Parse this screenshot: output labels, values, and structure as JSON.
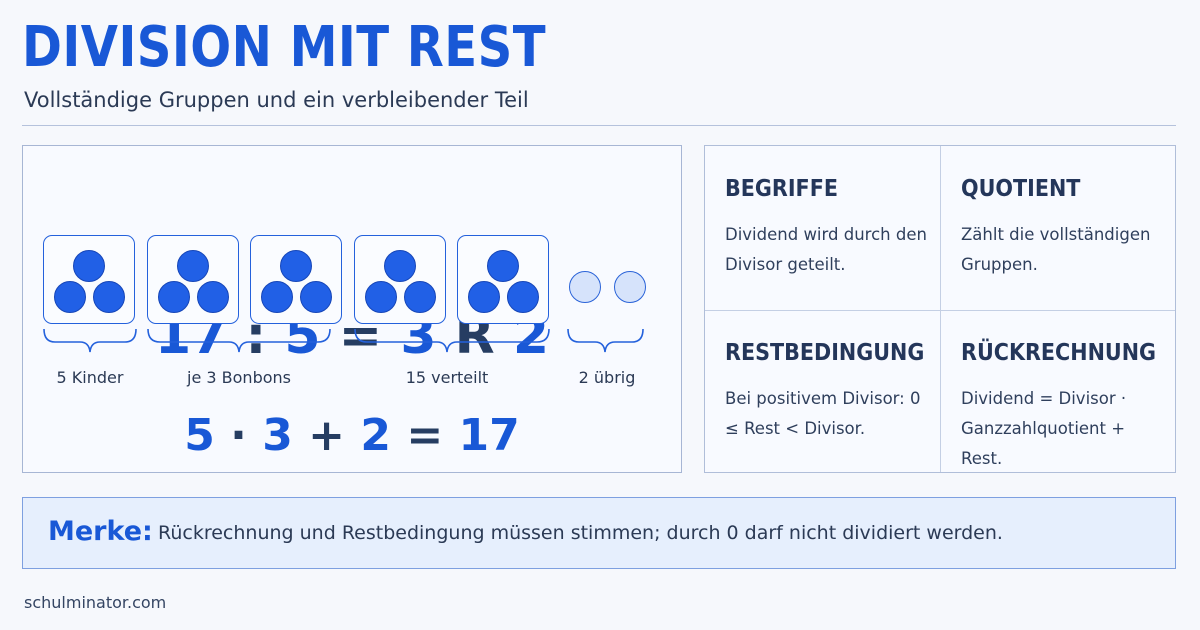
{
  "header": {
    "title": "DIVISION MIT REST",
    "subtitle": "Vollständige Gruppen und ein verbleibender Teil"
  },
  "example": {
    "equation_top": {
      "dividend": "17",
      "div_op": ":",
      "divisor": "5",
      "eq": "=",
      "quotient": "3",
      "r": "R",
      "remainder": "2"
    },
    "groups": 5,
    "items_per_group": 3,
    "remainder_items": 2,
    "labels": {
      "kinder": "5 Kinder",
      "bonbons": "je 3 Bonbons",
      "verteilt": "15 verteilt",
      "uebrig": "2 übrig"
    },
    "equation_bottom": {
      "a": "5",
      "mul": "·",
      "b": "3",
      "plus": "+",
      "c": "2",
      "eq": "=",
      "result": "17"
    }
  },
  "cards": [
    {
      "title": "BEGRIFFE",
      "text": "Dividend wird durch den Divisor geteilt."
    },
    {
      "title": "QUOTIENT",
      "text": "Zählt die vollständigen Gruppen."
    },
    {
      "title": "RESTBEDINGUNG",
      "text": "Bei positivem Divisor: 0 ≤ Rest < Divisor."
    },
    {
      "title": "RÜCKRECHNUNG",
      "text": "Dividend = Divisor · Ganzzahlquotient + Rest."
    }
  ],
  "note": {
    "label": "Merke:",
    "text": "Rückrechnung und Restbedingung müssen stimmen; durch 0 darf nicht dividiert werden."
  },
  "footer": {
    "site": "schulminator.com"
  },
  "colors": {
    "accent": "#1958d6",
    "dot": "#2160e6",
    "rest_dot": "#d6e3fb",
    "note_bg": "#e6effd"
  }
}
